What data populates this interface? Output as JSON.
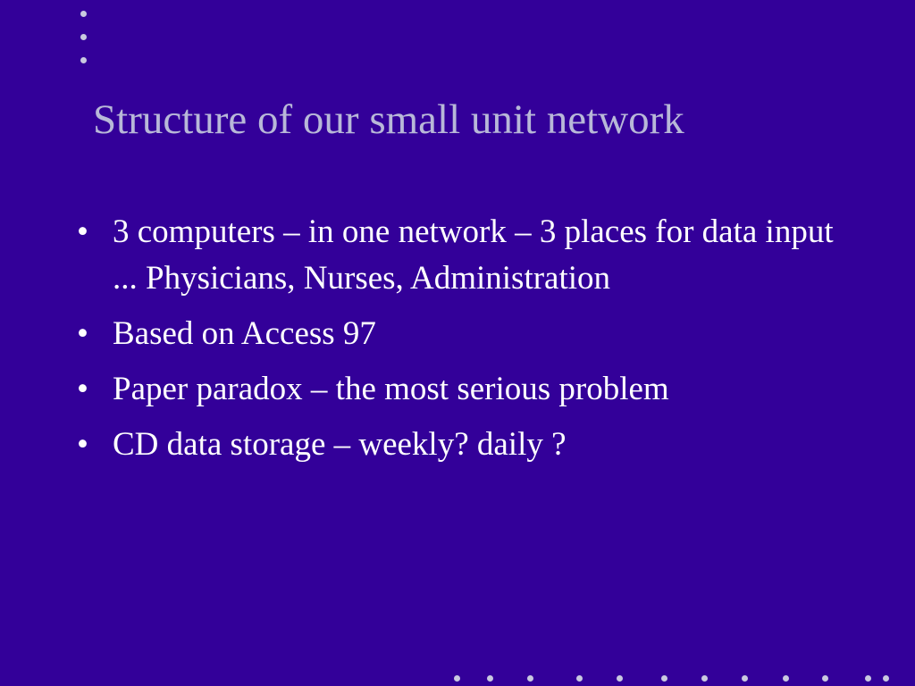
{
  "slide": {
    "title": "Structure of our small unit network",
    "bullets": [
      {
        "marker": "•",
        "text": "3 computers – in one network – 3 places for data input ... Physicians, Nurses, Administration"
      },
      {
        "marker": "•",
        "text": "Based on Access 97"
      },
      {
        "marker": "•",
        "text": "Paper paradox – the most serious problem"
      },
      {
        "marker": "•",
        "text": "CD data storage – weekly? daily ?"
      }
    ]
  },
  "colors": {
    "background": "#330099",
    "title": "#b8b8d8",
    "body_text": "#ffffff",
    "decor_dots": "#c9c9e0"
  }
}
